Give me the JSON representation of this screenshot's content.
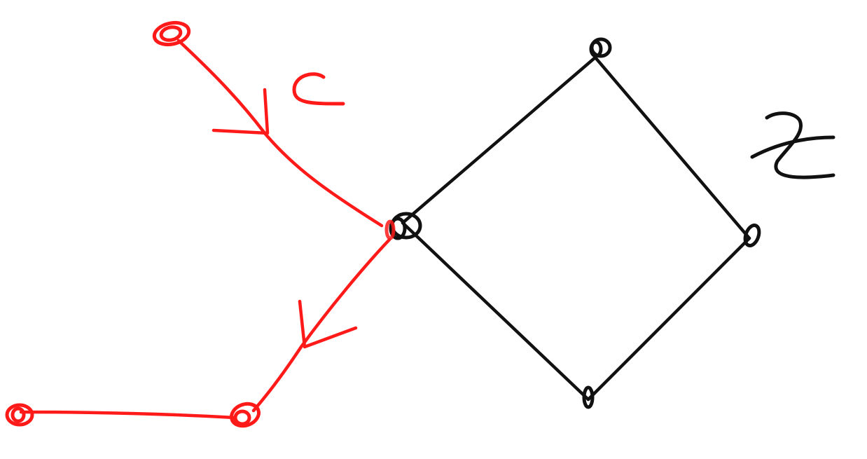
{
  "diagram": {
    "labels": {
      "path_label": "c",
      "graph_label": "z"
    },
    "colors": {
      "path": "#ff1a1a",
      "graph": "#111111",
      "background": "#ffffff"
    },
    "path": {
      "name": "c",
      "vertex_count": 4,
      "edge_count": 3,
      "directed": true
    },
    "graph": {
      "shape": "square",
      "vertex_count": 4,
      "edge_count": 4
    }
  }
}
